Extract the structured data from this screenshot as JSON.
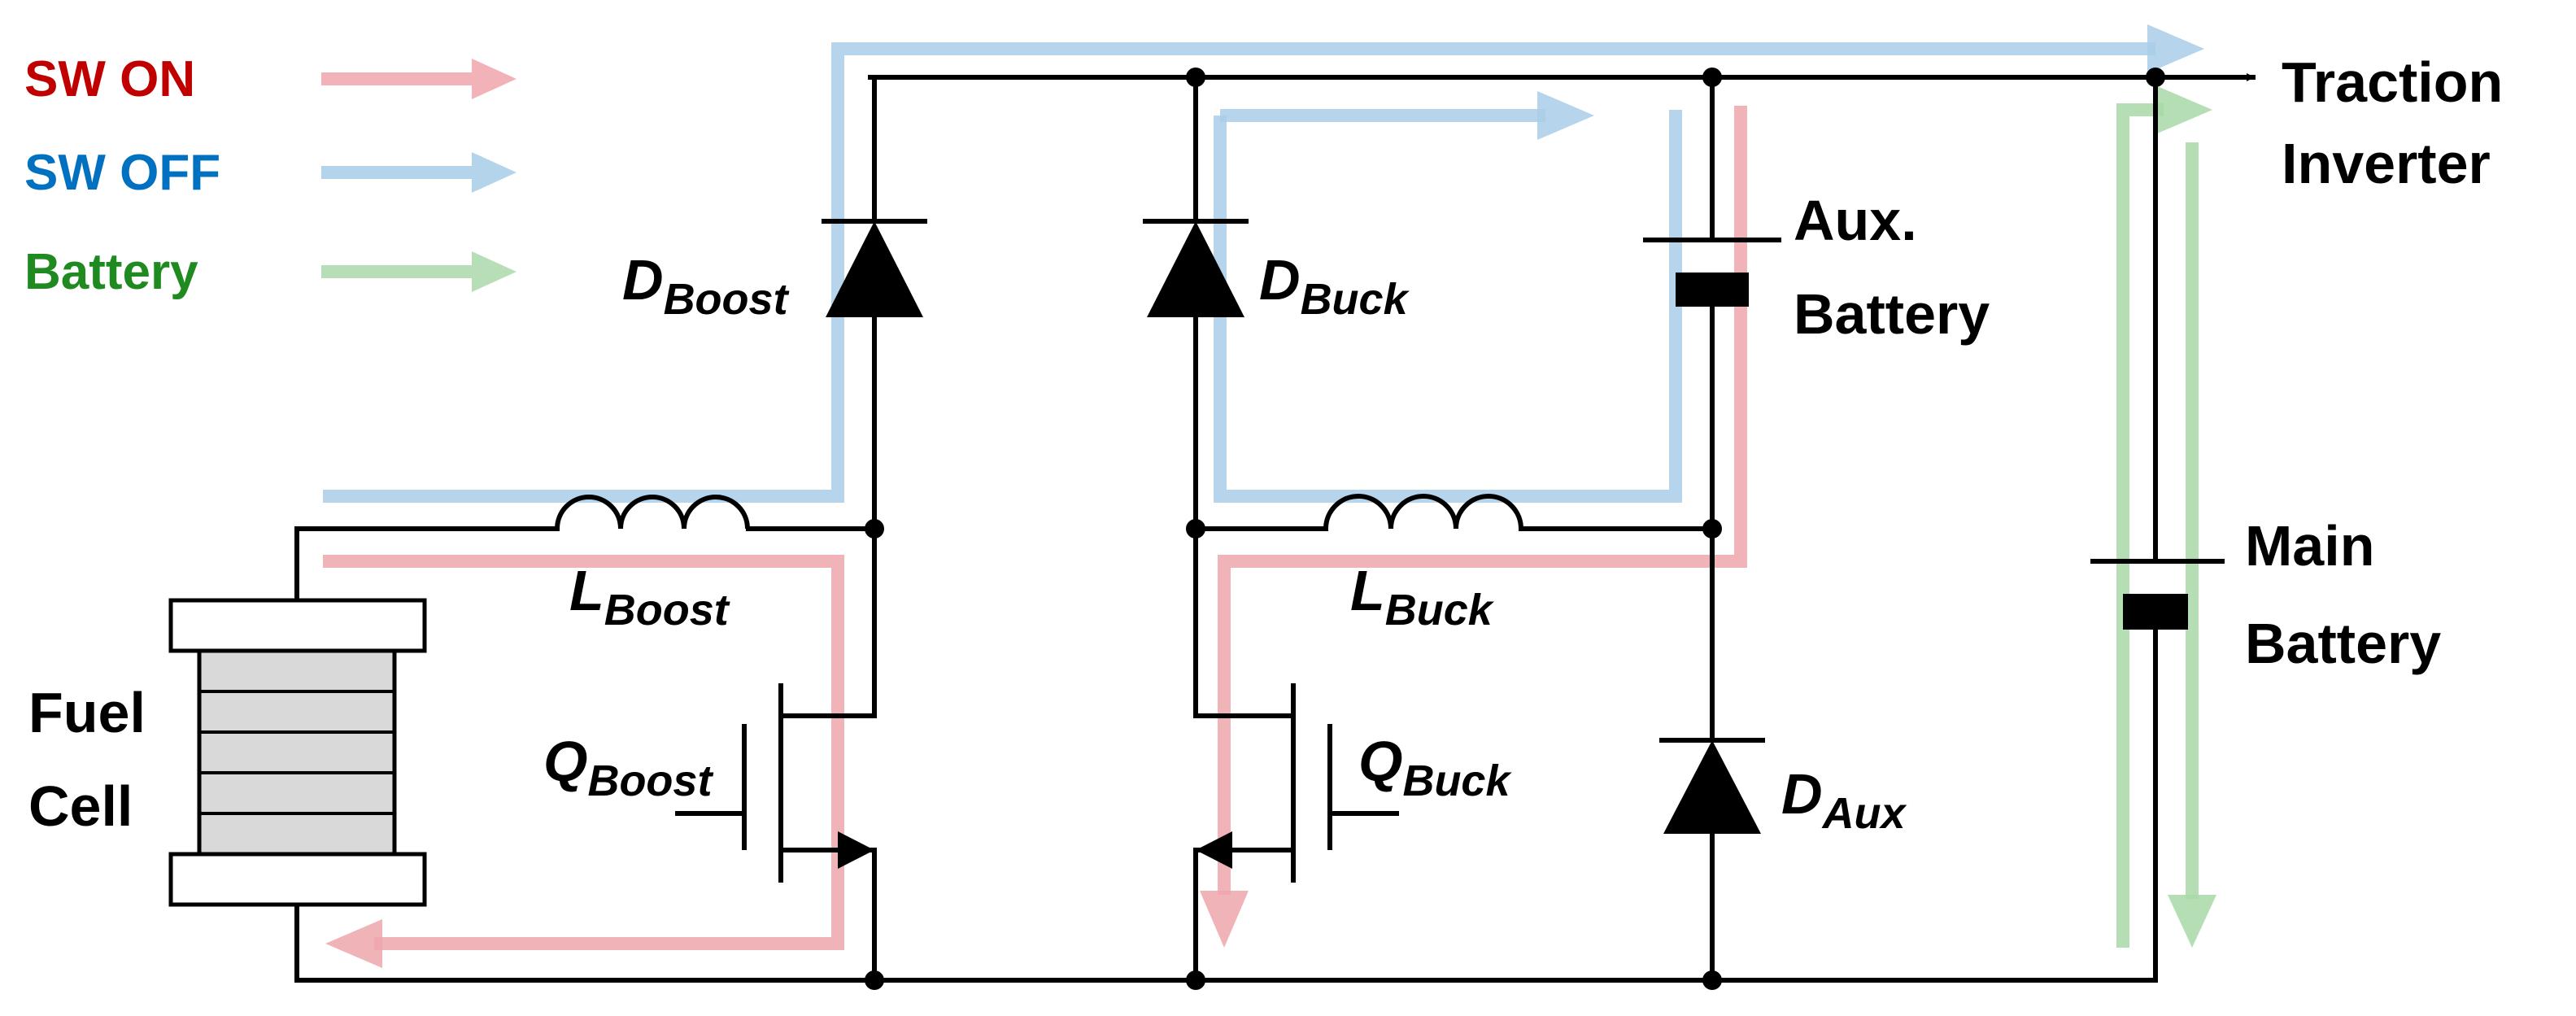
{
  "legend": [
    {
      "label": "SW ON",
      "color": "#c00000",
      "arrow_color": "#f2b3b8"
    },
    {
      "label": "SW OFF",
      "color": "#0070c0",
      "arrow_color": "#b4d4ec"
    },
    {
      "label": "Battery",
      "color": "#1f8a1f",
      "arrow_color": "#b8deb8"
    }
  ],
  "components": {
    "fuel_cell": [
      "Fuel",
      "Cell"
    ],
    "d_boost": {
      "main": "D",
      "sub": "Boost"
    },
    "d_buck": {
      "main": "D",
      "sub": "Buck"
    },
    "l_boost": {
      "main": "L",
      "sub": "Boost"
    },
    "l_buck": {
      "main": "L",
      "sub": "Buck"
    },
    "q_boost": {
      "main": "Q",
      "sub": "Boost"
    },
    "q_buck": {
      "main": "Q",
      "sub": "Buck"
    },
    "d_aux": {
      "main": "D",
      "sub": "Aux"
    },
    "aux_battery": [
      "Aux.",
      "Battery"
    ],
    "main_battery": [
      "Main",
      "Battery"
    ],
    "traction_inverter": [
      "Traction",
      "Inverter"
    ]
  },
  "colors": {
    "wire": "#000000",
    "sw_on_path": "#eda6ac",
    "sw_off_path": "#a9cde9",
    "battery_path": "#a8d8a8",
    "cell_fill": "#d9d9d9"
  }
}
